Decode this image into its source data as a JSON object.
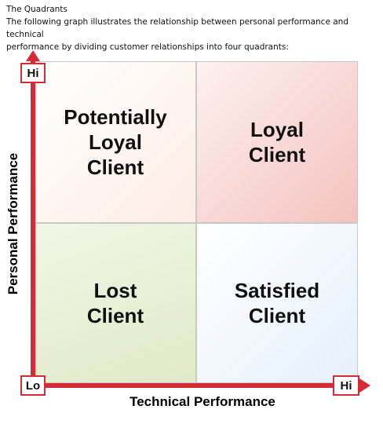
{
  "intro": {
    "heading": "The Quadrants",
    "line1": "The following graph illustrates the relationship between personal performance and technical",
    "line2": "performance by dividing customer relationships into four quadrants:"
  },
  "diagram": {
    "quadrants": {
      "top_left": "Potentially\nLoyal\nClient",
      "top_right": "Loyal\nClient",
      "bottom_left": "Lost\nClient",
      "bottom_right": "Satisfied\nClient"
    },
    "y_axis_label": "Personal Performance",
    "x_axis_label": "Technical Performance",
    "y_high_tag": "Hi",
    "origin_tag": "Lo",
    "x_high_tag": "Hi"
  },
  "colors": {
    "axis": "#d42b36",
    "top_left_fill": "#fdece4",
    "top_right_fill": "#f4c2bf",
    "bottom_left_fill": "#dfeac7",
    "bottom_right_fill": "#e4f0fb"
  }
}
